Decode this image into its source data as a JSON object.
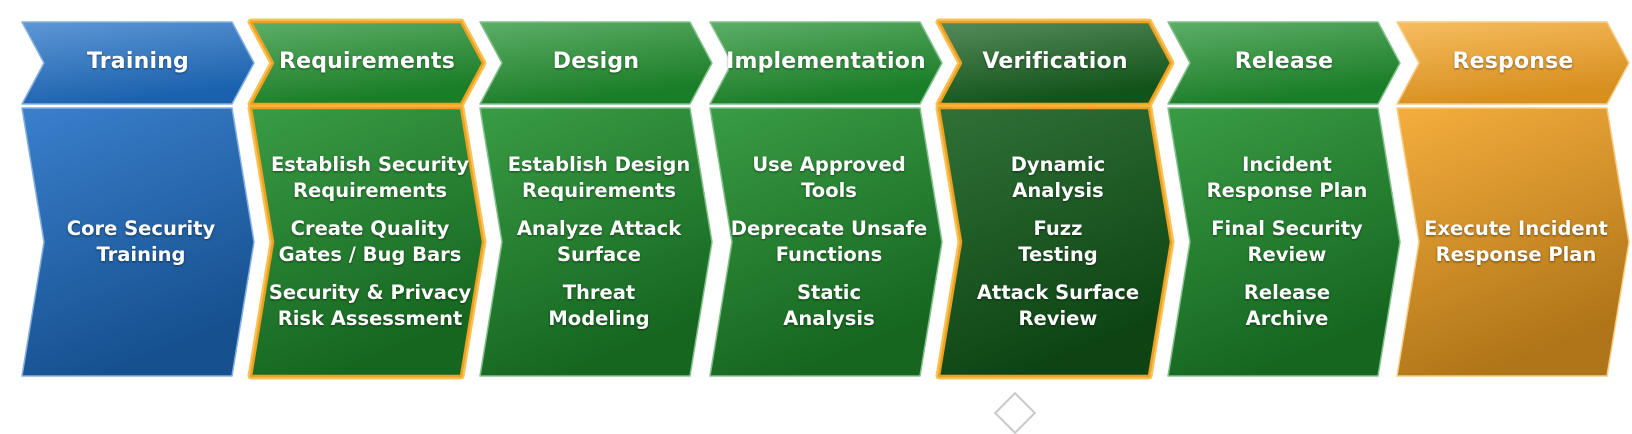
{
  "phases": [
    {
      "name": "Training",
      "activities": [
        "Core Security\nTraining"
      ],
      "color": "#1f6fc6",
      "highlight": false
    },
    {
      "name": "Requirements",
      "activities": [
        "Establish Security\nRequirements",
        "Create Quality\nGates / Bug Bars",
        "Security & Privacy\nRisk Assessment"
      ],
      "color": "#1e8e2c",
      "highlight": true
    },
    {
      "name": "Design",
      "activities": [
        "Establish Design\nRequirements",
        "Analyze Attack\nSurface",
        "Threat\nModeling"
      ],
      "color": "#1e8e2c",
      "highlight": false
    },
    {
      "name": "Implementation",
      "activities": [
        "Use Approved\nTools",
        "Deprecate Unsafe\nFunctions",
        "Static\nAnalysis"
      ],
      "color": "#1e8e2c",
      "highlight": false
    },
    {
      "name": "Verification",
      "activities": [
        "Dynamic\nAnalysis",
        "Fuzz\nTesting",
        "Attack Surface\nReview"
      ],
      "color": "#145e1c",
      "highlight": true
    },
    {
      "name": "Release",
      "activities": [
        "Incident\nResponse Plan",
        "Final Security\nReview",
        "Release\nArchive"
      ],
      "color": "#1e8e2c",
      "highlight": false
    },
    {
      "name": "Response",
      "activities": [
        "Execute Incident\nResponse Plan"
      ],
      "color": "#f4a322",
      "highlight": false
    }
  ]
}
